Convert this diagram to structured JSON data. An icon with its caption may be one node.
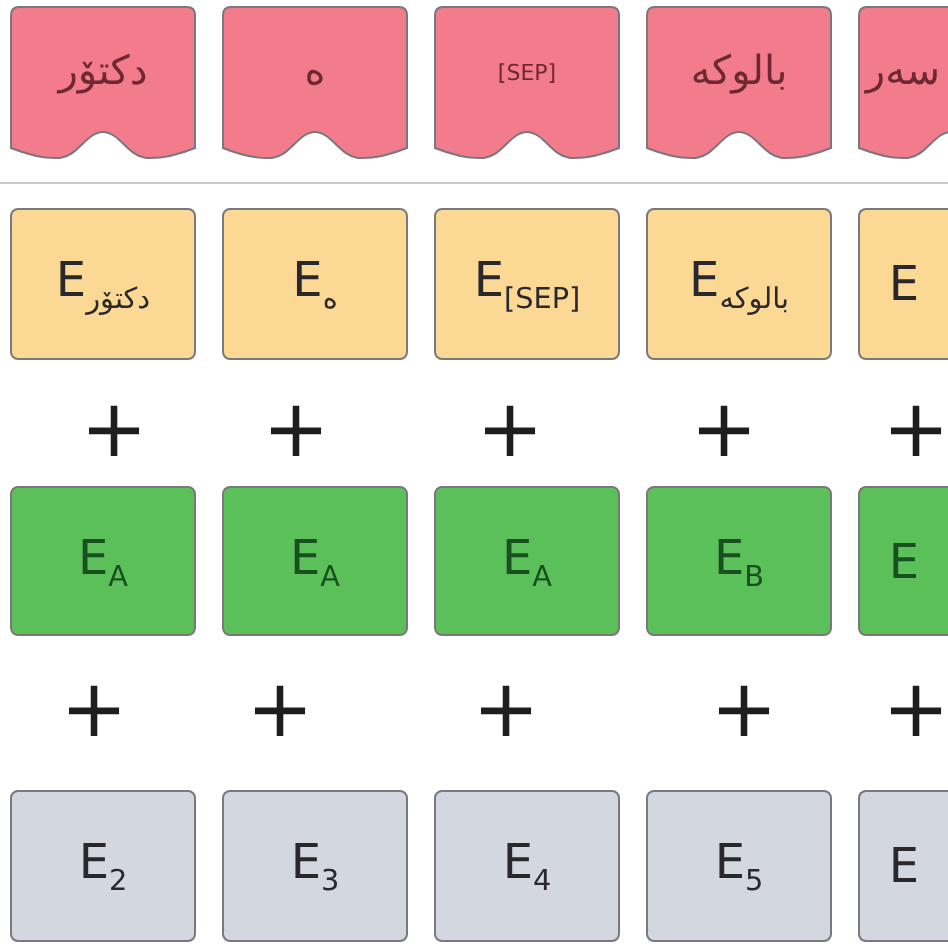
{
  "diagram": {
    "nodes": [
      {
        "text": [
          "دكتۆر"
        ]
      },
      {
        "text": [
          "ه"
        ]
      },
      {
        "text": [
          "[SEP]"
        ]
      },
      {
        "text": [
          "بالوكه"
        ]
      },
      {
        "text": [
          "سەر"
        ]
      },
      {
        "text": [
          "E$_{دكتۆر}$"
        ]
      },
      {
        "text": [
          "E$_{ه}$"
        ]
      },
      {
        "text": [
          "E$_{[SEP]}$"
        ]
      },
      {
        "text": [
          "E$_{بالوكه}$"
        ]
      },
      {
        "text": [
          "E"
        ]
      },
      {
        "text": [
          "E$_{A}$"
        ]
      },
      {
        "text": [
          "E$_{A}$"
        ]
      },
      {
        "text": [
          "E$_{A}$"
        ]
      },
      {
        "text": [
          "E$_{B}$"
        ]
      },
      {
        "text": [
          "E"
        ]
      },
      {
        "text": [
          "E$_{2}$"
        ]
      },
      {
        "text": [
          "E$_{3}$"
        ]
      },
      {
        "text": [
          "E$_{4}$"
        ]
      },
      {
        "text": [
          "E$_{5}$"
        ]
      },
      {
        "text": [
          "E"
        ]
      }
    ],
    "labels": [
      "+",
      "+",
      "+",
      "+",
      "+",
      "+",
      "+",
      "+",
      "+",
      "+"
    ]
  }
}
